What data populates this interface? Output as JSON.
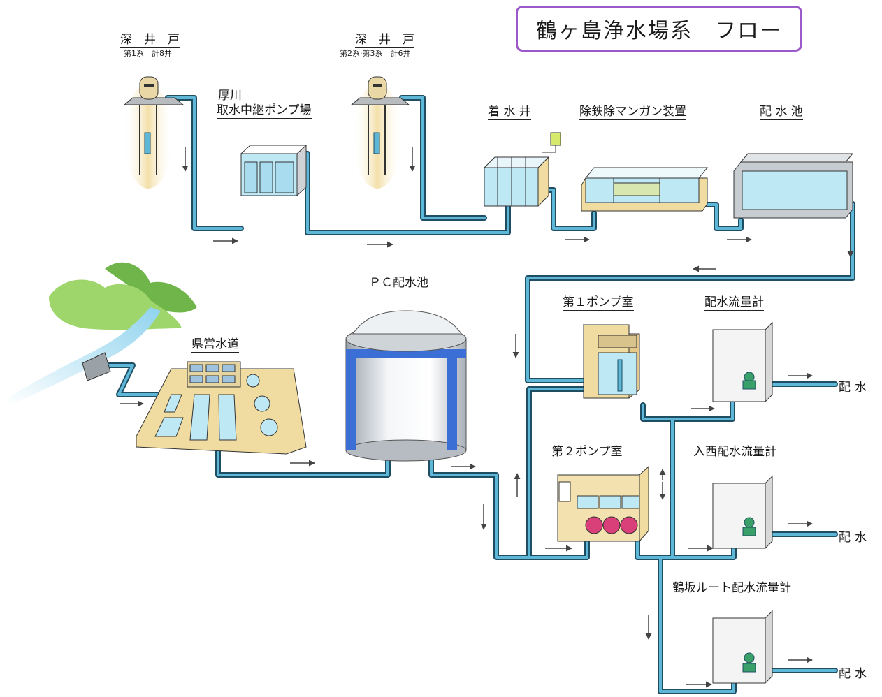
{
  "title": "鶴ヶ島浄水場系　フロー",
  "labels": {
    "deep_well_1": "深　井　戸",
    "deep_well_1_sub": "第1系　計8井",
    "deep_well_2": "深　井　戸",
    "deep_well_2_sub": "第2系·第3系　計6井",
    "relay_pump_line1": "厚川",
    "relay_pump_line2": "取水中継ポンプ場",
    "receiving_well": "着 水 井",
    "iron_removal": "除鉄除マンガン装置",
    "reservoir": "配 水 池",
    "pc_reservoir": "ＰＣ配水池",
    "prefectural": "県営水道",
    "pump_room_1": "第１ポンプ室",
    "pump_room_2": "第２ポンプ室",
    "flowmeter_1": "配水流量計",
    "flowmeter_2": "入西配水流量計",
    "flowmeter_3": "鶴坂ルート配水流量計"
  },
  "outputs": [
    "配水",
    "配水",
    "配水"
  ],
  "colors": {
    "pipe_outer": "#1f4e63",
    "pipe_inner": "#5fb7d8",
    "water": "#bfe8f5",
    "facility_base": "#f0dca0",
    "title_border": "#9b59c9",
    "mountain": "#8ccf5a",
    "pump_red": "#d9407a",
    "tank_blue": "#3b6fd6"
  }
}
